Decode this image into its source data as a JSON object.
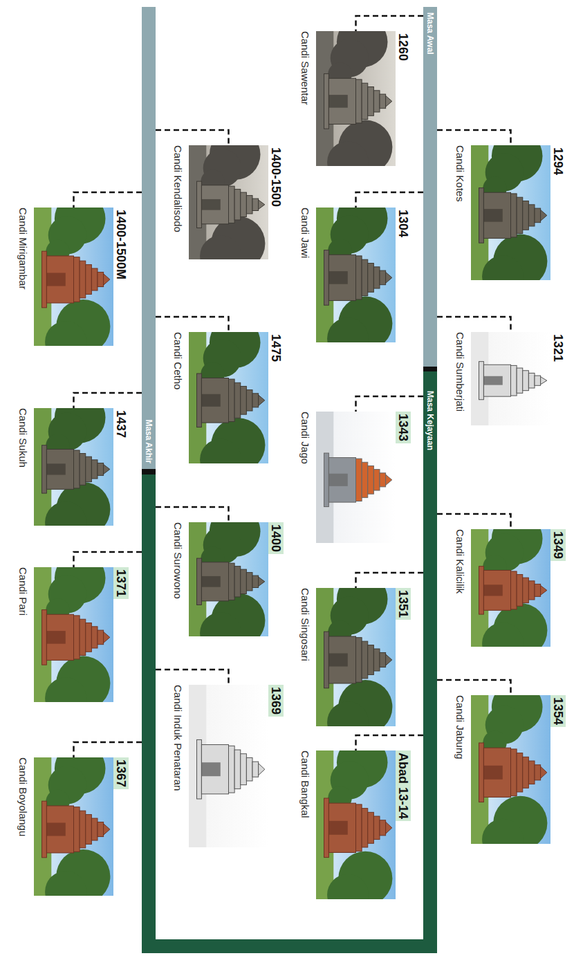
{
  "diagram": {
    "nodes": [
      {
        "text": [
          "Masa Awal"
        ]
      },
      {
        "text": [
          "1294",
          "Candi Kotes"
        ]
      },
      {
        "text": [
          "1321",
          "Candi Sumberjati"
        ]
      },
      {
        "text": [
          "1260",
          "Candi Sawentar"
        ]
      },
      {
        "text": [
          "1304",
          "Candi Jawi"
        ]
      },
      {
        "text": [
          "Masa Kejayaan"
        ]
      },
      {
        "text": [
          "1343",
          "Candi Jago"
        ]
      },
      {
        "text": [
          "1349",
          "Candi Kalicilik"
        ]
      },
      {
        "text": [
          "1351",
          "Candi Singosari"
        ]
      },
      {
        "text": [
          "1354",
          "Candi Jabung"
        ]
      },
      {
        "text": [
          "Abad 13-14",
          "Candi Bangkal"
        ]
      },
      {
        "text": [
          "Masa Akhir"
        ]
      },
      {
        "text": [
          "1400-1500",
          "Candi Kendalisodo"
        ]
      },
      {
        "text": [
          "1400-1500M",
          "Candi Mirigambar"
        ]
      },
      {
        "text": [
          "1475",
          "Candi Cetho"
        ]
      },
      {
        "text": [
          "1437",
          "Candi Sukuh"
        ]
      },
      {
        "text": [
          "1400",
          "Candi Surowono"
        ]
      },
      {
        "text": [
          "1371",
          "Candi Pari"
        ]
      },
      {
        "text": [
          "1369",
          "Candi Induk Penataran"
        ]
      },
      {
        "text": [
          "1367",
          "Candi Boyolangu"
        ]
      }
    ],
    "edges": [
      {
        "from": 0,
        "to": 1,
        "arrow": "none"
      },
      {
        "from": 0,
        "to": 2,
        "arrow": "none"
      },
      {
        "from": 0,
        "to": 3,
        "arrow": "none"
      },
      {
        "from": 0,
        "to": 4,
        "arrow": "none"
      },
      {
        "from": 0,
        "to": 5,
        "arrow": "none"
      },
      {
        "from": 5,
        "to": 6,
        "arrow": "none"
      },
      {
        "from": 5,
        "to": 7,
        "arrow": "none"
      },
      {
        "from": 5,
        "to": 8,
        "arrow": "none"
      },
      {
        "from": 5,
        "to": 9,
        "arrow": "none"
      },
      {
        "from": 5,
        "to": 10,
        "arrow": "none"
      },
      {
        "from": 5,
        "to": 16,
        "arrow": "none"
      },
      {
        "from": 5,
        "to": 17,
        "arrow": "none"
      },
      {
        "from": 5,
        "to": 18,
        "arrow": "none"
      },
      {
        "from": 5,
        "to": 19,
        "arrow": "none"
      },
      {
        "from": 11,
        "to": 5,
        "arrow": "none"
      },
      {
        "from": 11,
        "to": 12,
        "arrow": "none"
      },
      {
        "from": 11,
        "to": 13,
        "arrow": "none"
      },
      {
        "from": 11,
        "to": 14,
        "arrow": "none"
      },
      {
        "from": 11,
        "to": 15,
        "arrow": "none"
      }
    ]
  }
}
